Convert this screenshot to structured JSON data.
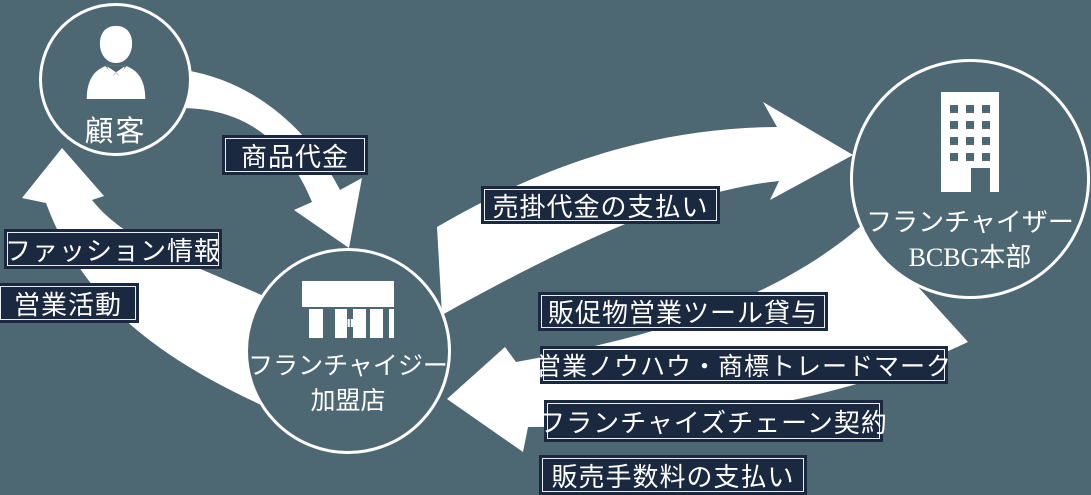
{
  "canvas": {
    "background_color": "#4d6872",
    "box_color": "#1b2940",
    "foreground_color": "#ffffff"
  },
  "nodes": {
    "customer": {
      "label": "顧客",
      "icon": "person-icon"
    },
    "franchisee": {
      "line1": "フランチャイジー",
      "line2": "加盟店",
      "icon": "store-icon"
    },
    "franchiser": {
      "line1": "フランチャイザー",
      "line2": "BCBG本部",
      "icon": "building-icon"
    }
  },
  "flow_labels": {
    "product_payment": "商品代金",
    "fashion_info": "ファッション情報",
    "sales_activity": "営業活動",
    "receivable_payment": "売掛代金の支払い",
    "promo_tools": "販促物営業ツール貸与",
    "knowhow_trademark": "営業ノウハウ・商標トレードマーク",
    "franchise_contract": "フランチャイズチェーン契約",
    "commission_payment": "販売手数料の支払い"
  },
  "arrows": [
    {
      "from": "customer",
      "to": "franchisee",
      "labels": [
        "商品代金"
      ]
    },
    {
      "from": "franchisee",
      "to": "customer",
      "labels": [
        "ファッション情報",
        "営業活動"
      ]
    },
    {
      "from": "franchisee",
      "to": "franchiser",
      "labels": [
        "売掛代金の支払い"
      ]
    },
    {
      "from": "franchiser",
      "to": "franchisee",
      "labels": [
        "販促物営業ツール貸与",
        "営業ノウハウ・商標トレードマーク",
        "フランチャイズチェーン契約",
        "販売手数料の支払い"
      ]
    }
  ]
}
